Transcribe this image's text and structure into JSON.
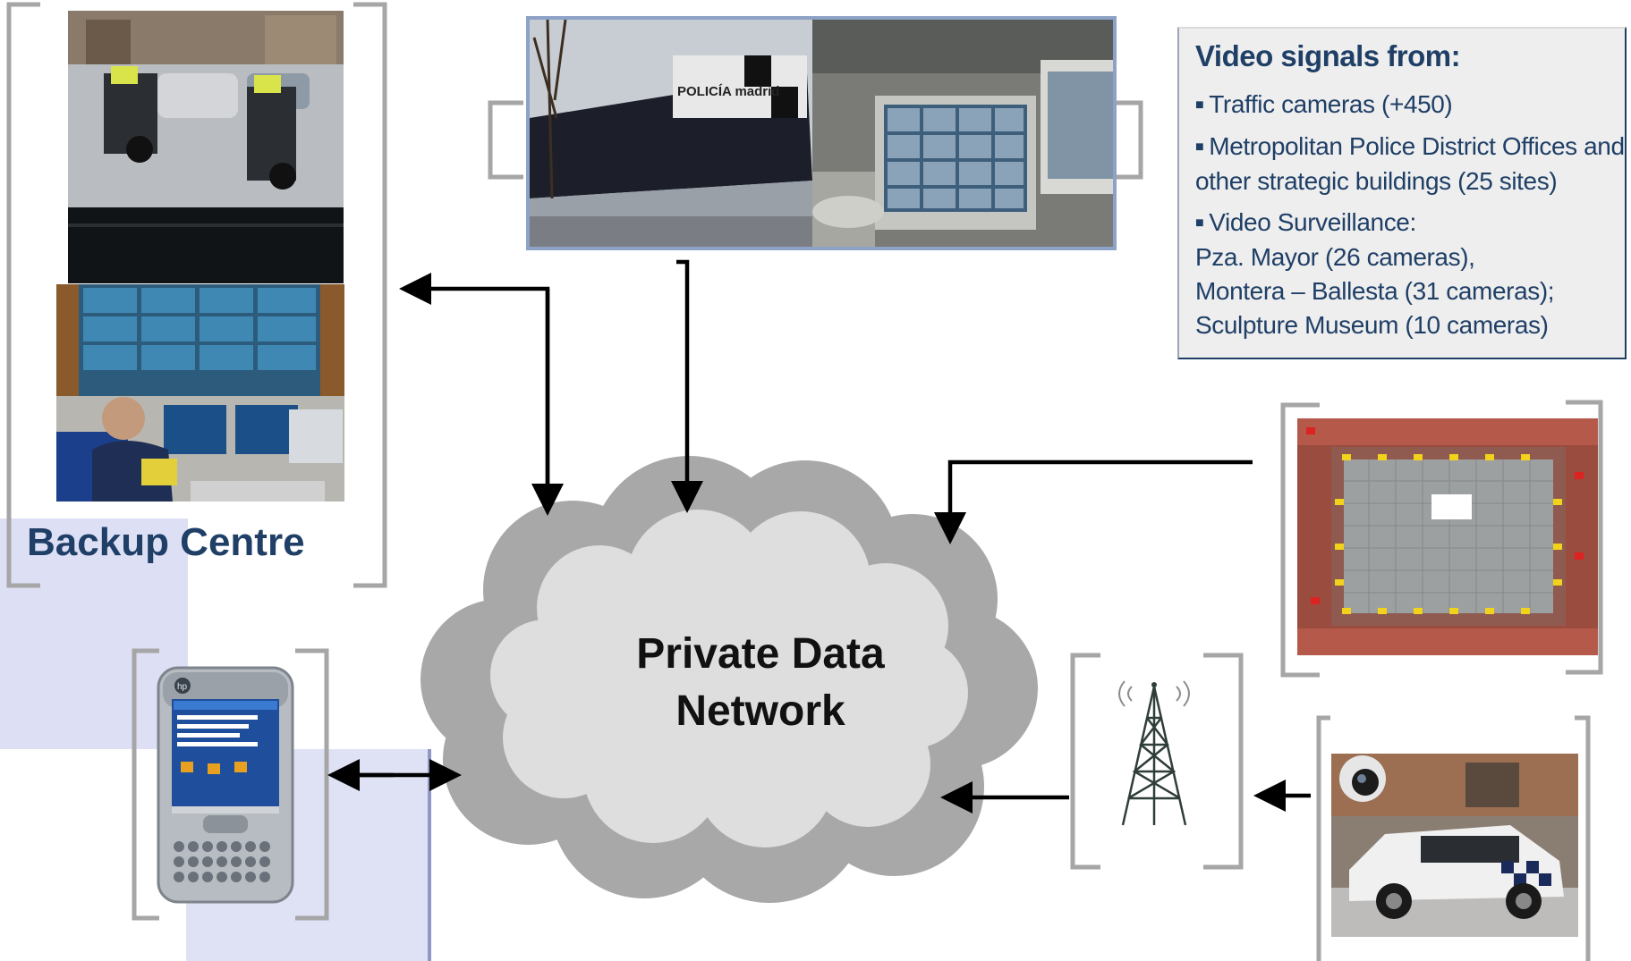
{
  "network": {
    "label_line1": "Private Data",
    "label_line2": "Network"
  },
  "backup": {
    "label": "Backup Centre"
  },
  "info": {
    "title": "Video signals from:",
    "items": [
      {
        "lines": [
          "Traffic cameras (+450)"
        ]
      },
      {
        "lines": [
          "Metropolitan Police District Offices and",
          "other strategic buildings (25 sites)"
        ]
      },
      {
        "lines": [
          "Video Surveillance:",
          "Pza. Mayor (26 cameras),",
          "Montera – Ballesta (31 cameras);",
          "Sculpture Museum (10 cameras)"
        ]
      }
    ]
  },
  "photos": {
    "police_building_sign": "POLICÍA madrid",
    "pda_brand": "hp"
  },
  "colors": {
    "accent_text": "#1f3f66",
    "bracket_gray": "#a6a6a6",
    "cloud_outer": "#a8a8a8",
    "cloud_inner": "#dedede",
    "panel_lavender": "#dde0f5"
  }
}
